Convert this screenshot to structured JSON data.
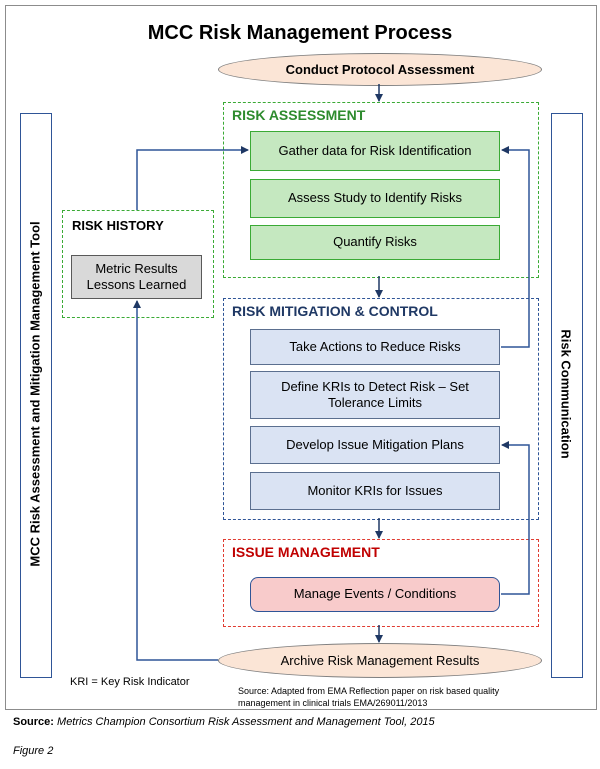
{
  "title": "MCC Risk Management Process",
  "start": "Conduct Protocol Assessment",
  "end": "Archive Risk Management Results",
  "left_bar": "MCC Risk Assessment and Mitigation Management Tool",
  "right_bar": "Risk Communication",
  "risk_assessment": {
    "title": "RISK ASSESSMENT",
    "steps": [
      "Gather data for Risk Identification",
      "Assess Study to Identify Risks",
      "Quantify Risks"
    ]
  },
  "risk_mitigation": {
    "title": "RISK MITIGATION & CONTROL",
    "steps": [
      "Take Actions to Reduce Risks",
      "Define KRIs to Detect Risk – Set Tolerance Limits",
      "Develop Issue Mitigation Plans",
      "Monitor KRIs for Issues"
    ]
  },
  "issue_management": {
    "title": "ISSUE MANAGEMENT",
    "steps": [
      "Manage Events / Conditions"
    ]
  },
  "risk_history": {
    "title": "RISK HISTORY",
    "content": "Metric Results Lessons Learned"
  },
  "legend": "KRI = Key Risk Indicator",
  "source_note": "Source: Adapted from EMA Reflection paper on risk based quality management in clinical trials EMA/269011/2013",
  "caption": {
    "label": "Source:",
    "text": "Metrics Champion Consortium Risk Assessment and Management Tool, 2015"
  },
  "figure_label": "Figure 2",
  "colors": {
    "assessment": "#3aaa35",
    "mitigation": "#2f5597",
    "issue": "#e03c31",
    "oval_fill": "#fbe5d6",
    "arrow": "#2f5597"
  }
}
